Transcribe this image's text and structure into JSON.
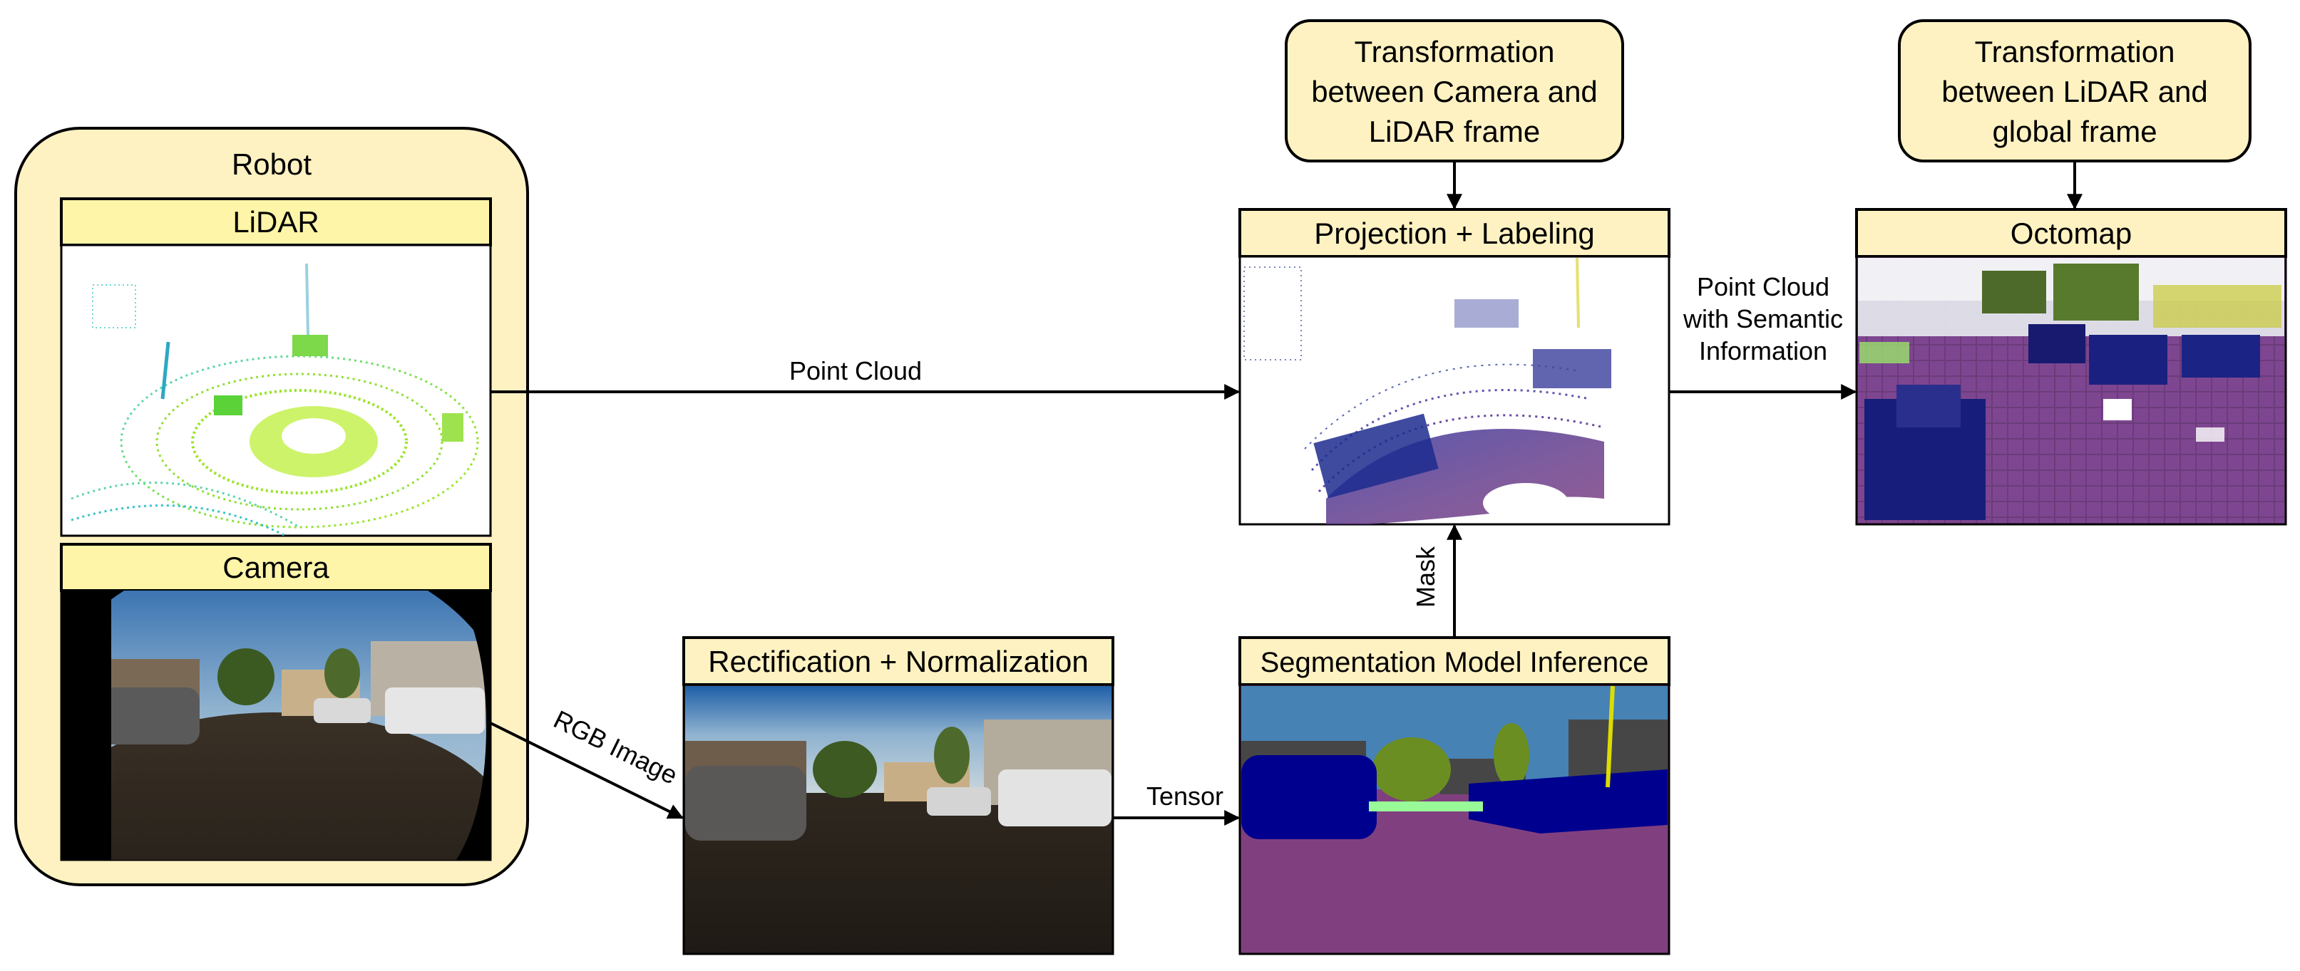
{
  "robot": {
    "title": "Robot",
    "lidar_label": "LiDAR",
    "camera_label": "Camera"
  },
  "boxes": {
    "transform_cam_lidar": [
      "Transformation",
      "between Camera and",
      "LiDAR frame"
    ],
    "transform_lidar_global": [
      "Transformation",
      "between LiDAR and",
      "global frame"
    ],
    "projection_label": "Projection + Labeling",
    "octomap_label": "Octomap",
    "rectification_label": "Rectification + Normalization",
    "segmentation_label": "Segmentation Model Inference"
  },
  "edges": {
    "point_cloud": "Point Cloud",
    "point_cloud_semantic": [
      "Point Cloud",
      "with Semantic",
      "Information"
    ],
    "rgb_image": "RGB Image",
    "tensor": "Tensor",
    "mask": "Mask"
  },
  "colors": {
    "box_fill": "#fff2c2",
    "robot_fill": "#fff2c2",
    "header_fill": "#fff5a8",
    "segmentation_road": "#80407f",
    "segmentation_sky": "#4682b4",
    "segmentation_car": "#00008e",
    "segmentation_vegetation": "#6b8e23",
    "segmentation_building": "#464646"
  }
}
